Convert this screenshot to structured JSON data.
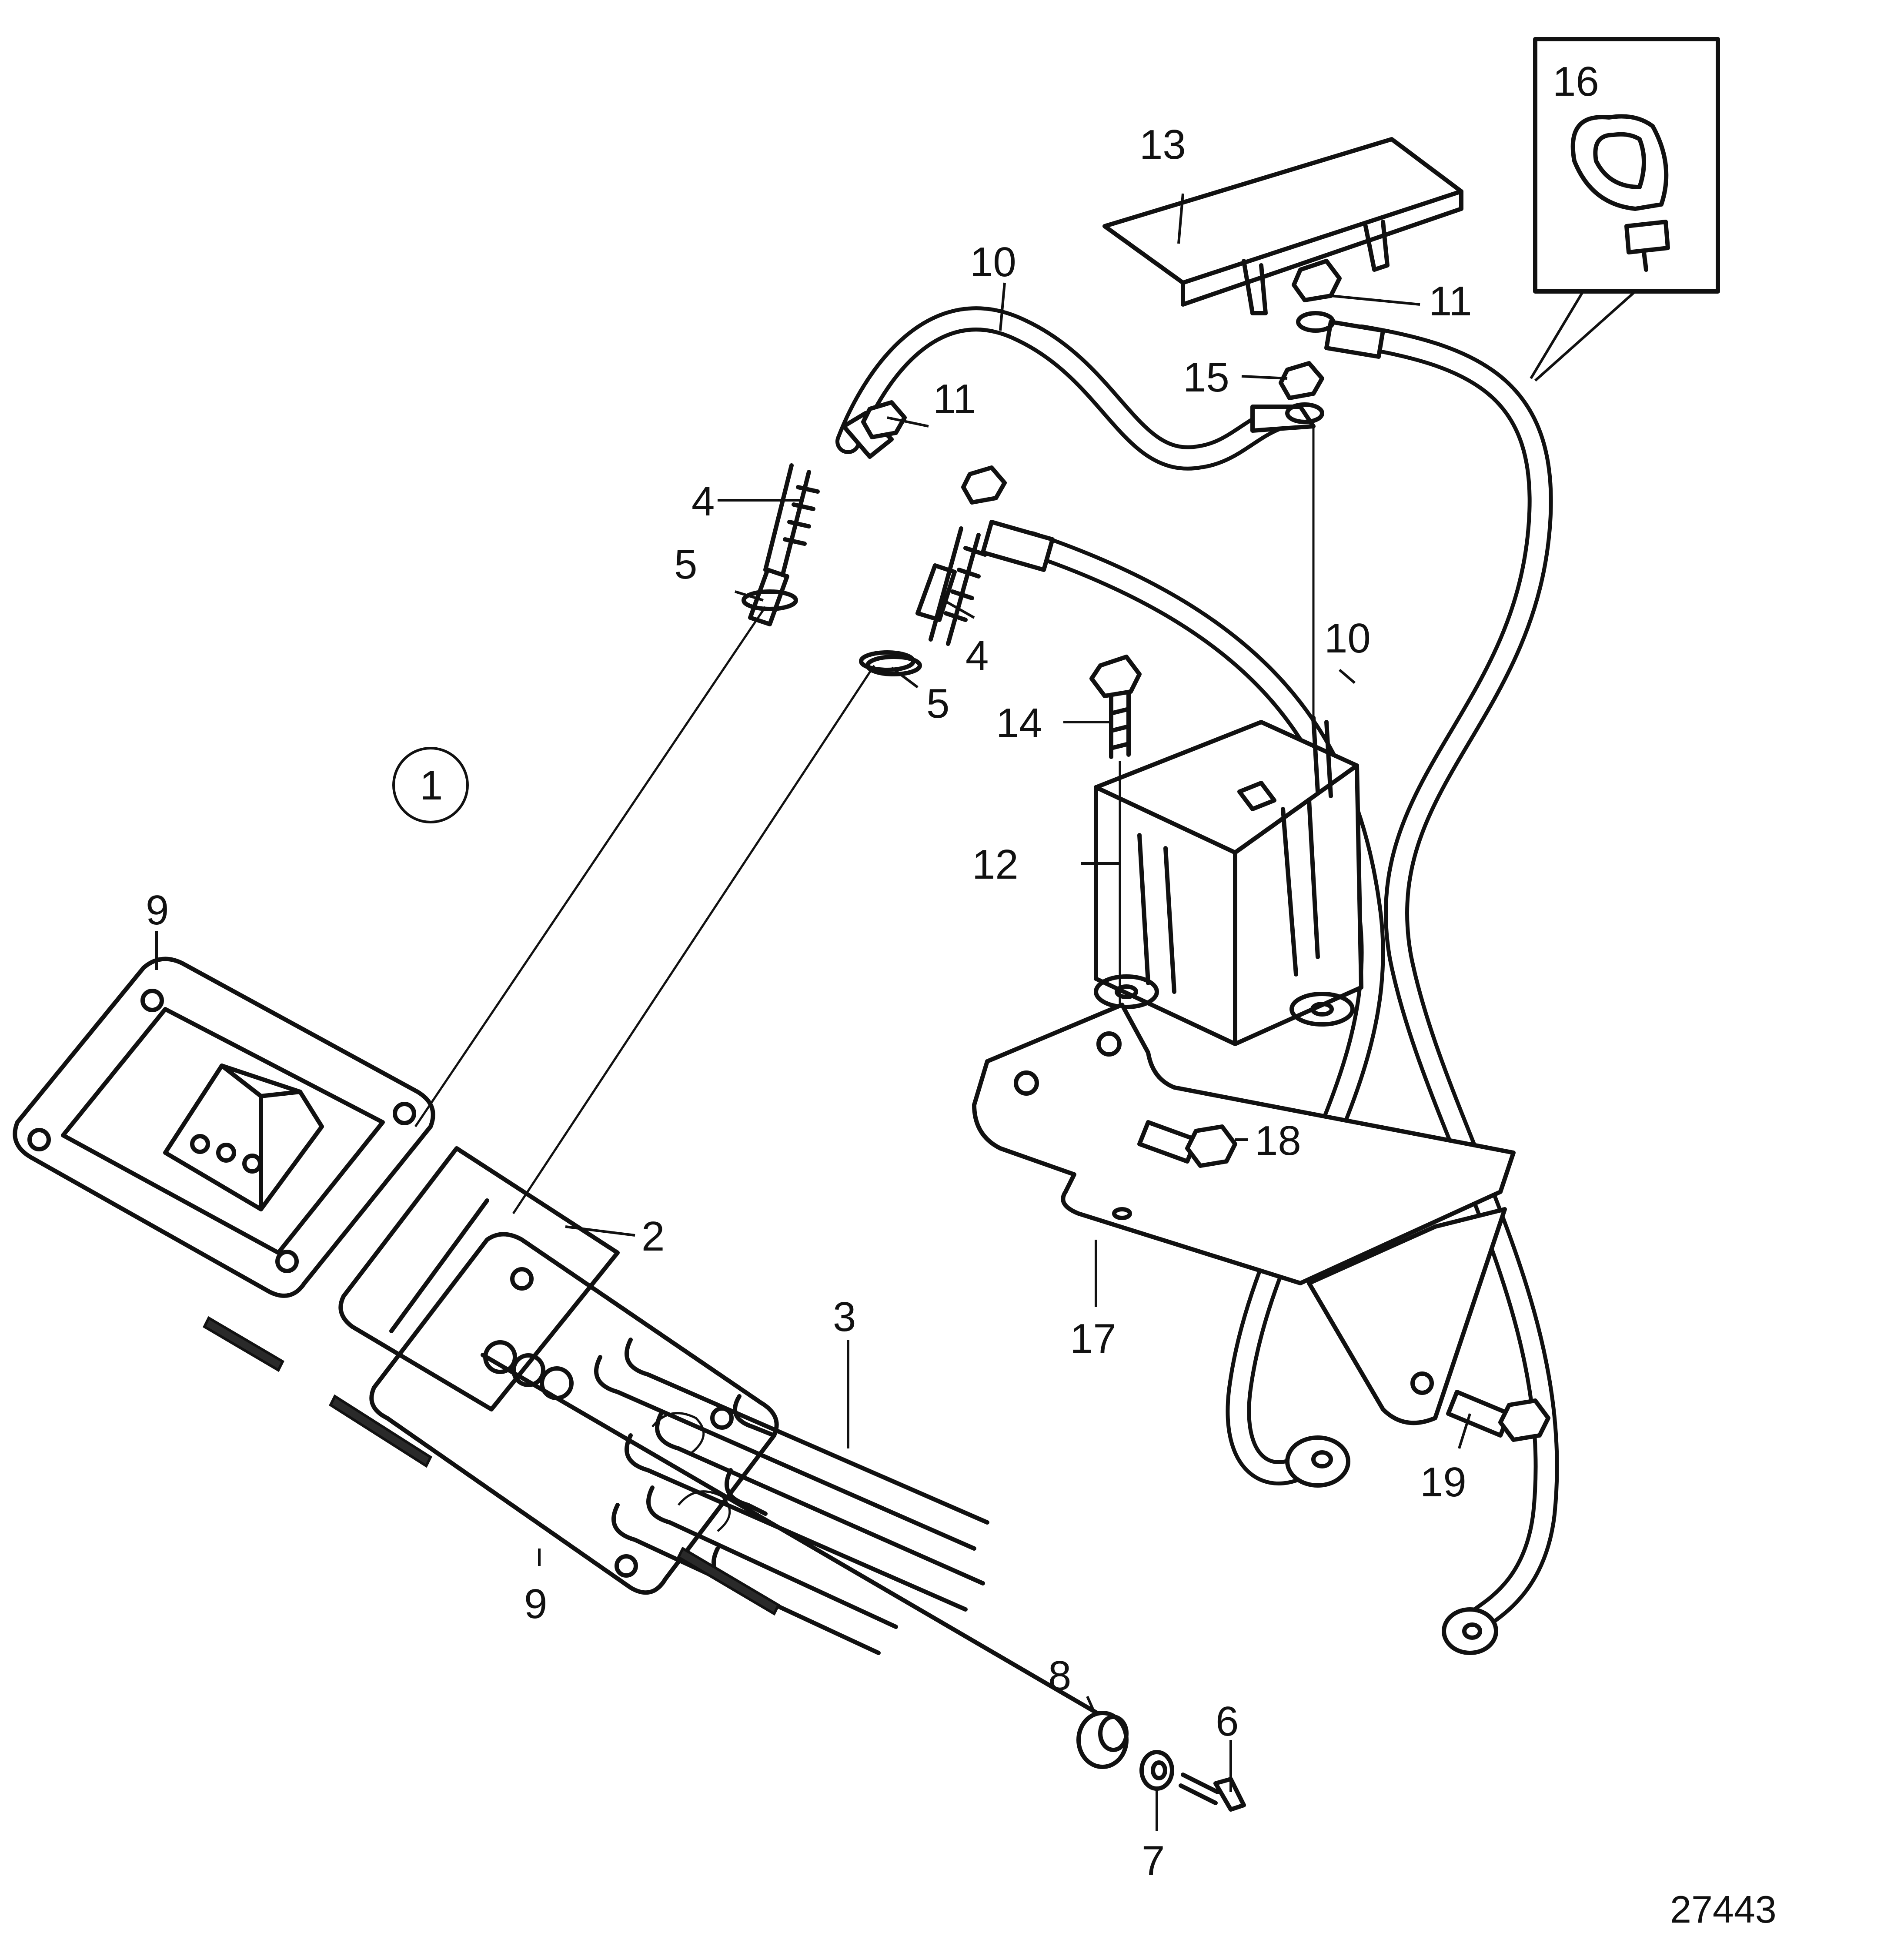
{
  "diagram": {
    "figure_number": "27443",
    "view_marker": "1",
    "detail_label": "16",
    "callouts": [
      {
        "id": "c2",
        "label": "2"
      },
      {
        "id": "c3",
        "label": "3"
      },
      {
        "id": "c4a",
        "label": "4"
      },
      {
        "id": "c4b",
        "label": "4"
      },
      {
        "id": "c5a",
        "label": "5"
      },
      {
        "id": "c5b",
        "label": "5"
      },
      {
        "id": "c6",
        "label": "6"
      },
      {
        "id": "c7",
        "label": "7"
      },
      {
        "id": "c8",
        "label": "8"
      },
      {
        "id": "c9a",
        "label": "9"
      },
      {
        "id": "c9b",
        "label": "9"
      },
      {
        "id": "c10a",
        "label": "10"
      },
      {
        "id": "c10b",
        "label": "10"
      },
      {
        "id": "c11a",
        "label": "11"
      },
      {
        "id": "c11b",
        "label": "11"
      },
      {
        "id": "c12",
        "label": "12"
      },
      {
        "id": "c13",
        "label": "13"
      },
      {
        "id": "c14",
        "label": "14"
      },
      {
        "id": "c15",
        "label": "15"
      },
      {
        "id": "c17",
        "label": "17"
      },
      {
        "id": "c18",
        "label": "18"
      },
      {
        "id": "c19",
        "label": "19"
      }
    ]
  }
}
